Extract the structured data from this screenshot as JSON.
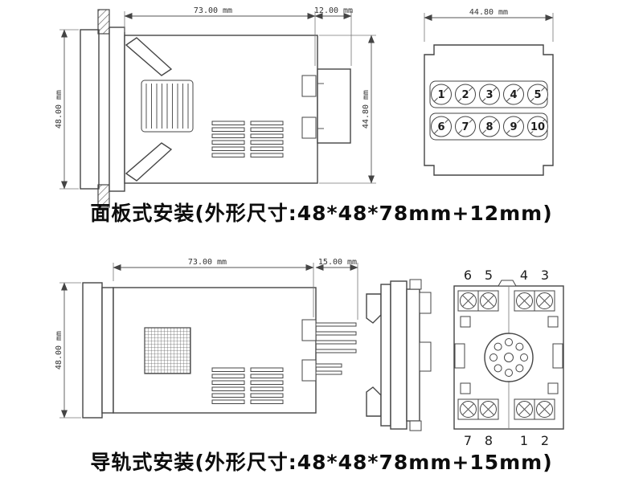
{
  "colors": {
    "line": "#454545",
    "text": "#0d0d0d"
  },
  "panel_mount": {
    "caption": "面板式安装(外形尺寸:48*48*78mm+12mm)",
    "dims": {
      "length": "73.00 mm",
      "projection": "12.00 mm",
      "height": "48.00 mm",
      "body_height": "44.80 mm",
      "rear_width": "44.80 mm"
    },
    "terminals_row1": [
      "1",
      "2",
      "3",
      "4",
      "5"
    ],
    "terminals_row2": [
      "6",
      "7",
      "8",
      "9",
      "10"
    ]
  },
  "rail_mount": {
    "caption": "导轨式安装(外形尺寸:48*48*78mm+15mm)",
    "dims": {
      "length": "73.00 mm",
      "projection": "15.00 mm",
      "height": "48.00 mm"
    },
    "socket_labels_top": [
      "6",
      "5",
      "4",
      "3"
    ],
    "socket_labels_bottom": [
      "7",
      "8",
      "1",
      "2"
    ]
  }
}
